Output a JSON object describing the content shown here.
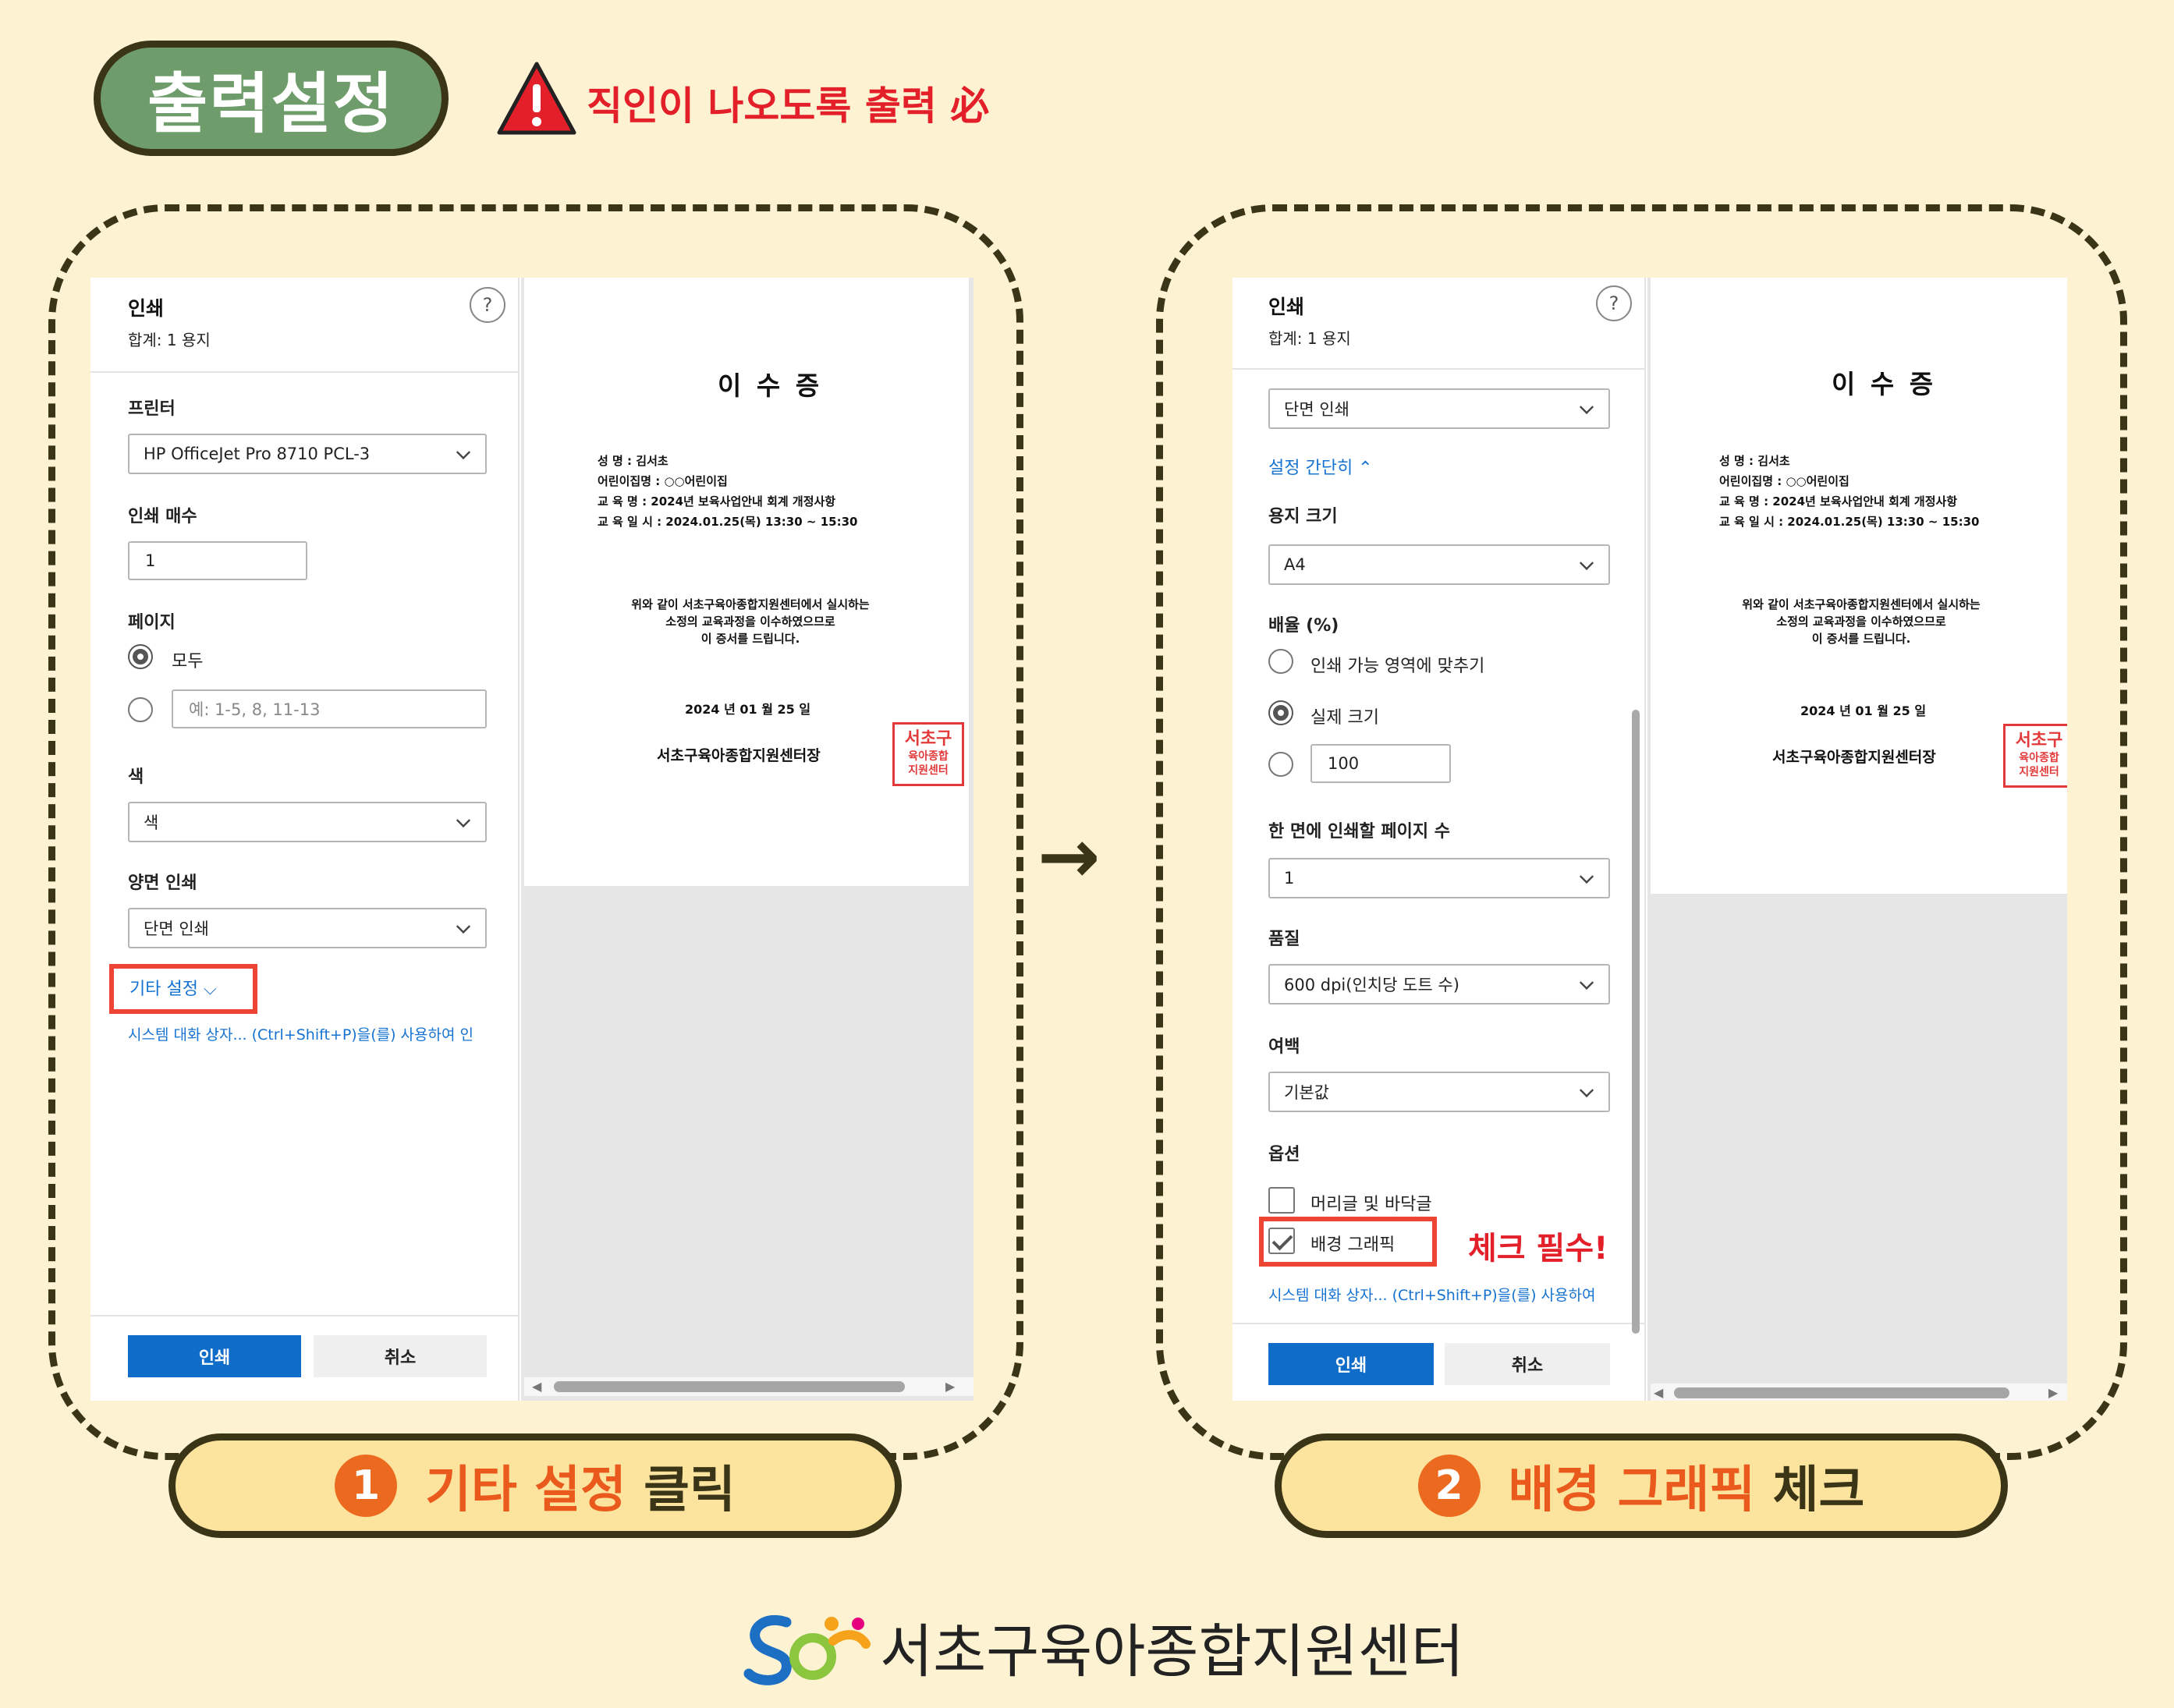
{
  "header": {
    "title": "출력설정",
    "warning_icon": "warning-triangle-icon",
    "warning_text": "직인이 나오도록 출력 必"
  },
  "panel1": {
    "dialog_title": "인쇄",
    "total": "합계: 1 용지",
    "help": "?",
    "printer_label": "프린터",
    "printer_value": "HP OfficeJet Pro 8710 PCL-3",
    "copies_label": "인쇄 매수",
    "copies_value": "1",
    "pages_label": "페이지",
    "pages_all": "모두",
    "pages_placeholder": "예: 1-5, 8, 11-13",
    "color_label": "색",
    "color_value": "색",
    "duplex_label": "양면 인쇄",
    "duplex_value": "단면 인쇄",
    "more_settings": "기타 설정 ⌵",
    "system_dialog": "시스템 대화 상자... (Ctrl+Shift+P)을(를) 사용하여 인",
    "print_button": "인쇄",
    "cancel_button": "취소"
  },
  "panel2": {
    "dialog_title": "인쇄",
    "total": "합계: 1 용지",
    "help": "?",
    "duplex_value": "단면 인쇄",
    "fewer_settings": "설정 간단히 ⌃",
    "paper_size_label": "용지 크기",
    "paper_size_value": "A4",
    "scale_label": "배율 (%)",
    "scale_fit": "인쇄 가능 영역에 맞추기",
    "scale_actual": "실제 크기",
    "scale_custom_value": "100",
    "pages_per_sheet_label": "한 면에 인쇄할 페이지 수",
    "pages_per_sheet_value": "1",
    "quality_label": "품질",
    "quality_value": "600 dpi(인치당 도트 수)",
    "margins_label": "여백",
    "margins_value": "기본값",
    "options_label": "옵션",
    "headers_footers": "머리글 및 바닥글",
    "background_graphics": "배경 그래픽",
    "check_required": "체크 필수!",
    "system_dialog": "시스템 대화 상자... (Ctrl+Shift+P)을(를) 사용하여",
    "print_button": "인쇄",
    "cancel_button": "취소"
  },
  "certificate": {
    "title": "이 수 증",
    "name_line": "성      명 : 김서초",
    "daycare_line": "어린이집명 : ○○어린이집",
    "course_line": "교  육  명 : 2024년 보육사업안내 회계 개정사항",
    "datetime_line": "교 육 일 시 : 2024.01.25(목) 13:30 ~ 15:30",
    "body_1": "위와 같이 서초구육아종합지원센터에서 실시하는",
    "body_2": "소정의 교육과정을 이수하였으므로",
    "body_3": "이 증서를 드립니다.",
    "issue_date": "2024 년 01 월 25 일",
    "issuer": "서초구육아종합지원센터장",
    "seal_text_1": "서초구",
    "seal_text_2": "육아종합",
    "seal_text_3": "지원센터"
  },
  "steps": {
    "step1_num": "1",
    "step1_text": "기타 설정 ",
    "step1_strong": "클릭",
    "step2_num": "2",
    "step2_text": "배경 그래픽 ",
    "step2_strong": "체크"
  },
  "arrow": "→",
  "footer": {
    "logo_icon": "seocho-logo-icon",
    "org_name": "서초구육아종합지원센터"
  },
  "colors": {
    "background": "#fdf3d3",
    "title_pill": "#6e9c6b",
    "outline": "#3b3518",
    "warning_red": "#e3202a",
    "step_pill": "#fde49e",
    "step_orange": "#e95a1c",
    "primary_blue": "#0f6cc8",
    "highlight_red": "#ee4433"
  }
}
